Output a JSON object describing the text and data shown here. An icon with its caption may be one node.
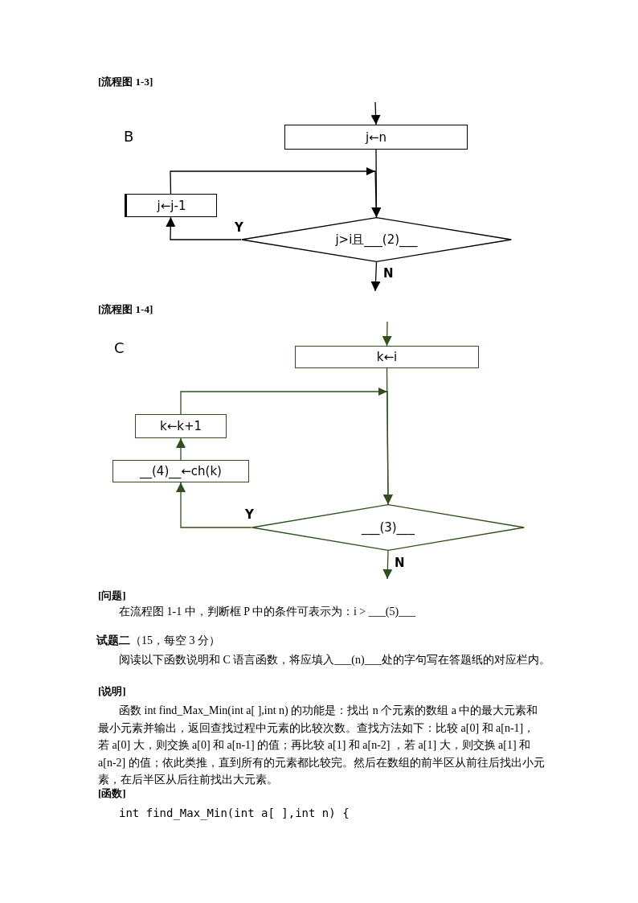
{
  "diagram": {
    "nodes": [
      {
        "text": [
          "j←n"
        ]
      },
      {
        "text": [
          "j←j-1"
        ]
      },
      {
        "text": [
          "j>i且___(2)___"
        ]
      },
      {
        "text": [
          "k←i"
        ]
      },
      {
        "text": [
          "k←k+1"
        ]
      },
      {
        "text": [
          "__(4)__←ch(k)"
        ]
      },
      {
        "text": [
          "___(3)___"
        ]
      }
    ],
    "edges": [
      {
        "from": null,
        "to": 0,
        "arrow": "to"
      },
      {
        "from": 0,
        "to": 2,
        "arrow": "to"
      },
      {
        "from": 1,
        "to": 2,
        "arrow": "to"
      },
      {
        "from": 2,
        "to": 1,
        "arrow": "to",
        "label": "Y"
      },
      {
        "from": 2,
        "to": null,
        "arrow": "to",
        "label": "N"
      },
      {
        "from": null,
        "to": 3,
        "arrow": "to"
      },
      {
        "from": 3,
        "to": 6,
        "arrow": "to"
      },
      {
        "from": 4,
        "to": 6,
        "arrow": "to"
      },
      {
        "from": 6,
        "to": 5,
        "arrow": "to",
        "label": "Y"
      },
      {
        "from": 5,
        "to": 4,
        "arrow": "to"
      },
      {
        "from": 6,
        "to": null,
        "arrow": "to",
        "label": "N"
      }
    ],
    "labels": [
      "[流程图 1-3]",
      "B",
      "[流程图 1-4]",
      "C",
      "[问题]",
      "在流程图 1-1 中，判断框 P 中的条件可表示为：i > ___(5)___",
      "**试题二**（15，每空 3 分）",
      "阅读以下函数说明和 C 语言函数，将应填入___(n)___处的字句写在答题纸的对应栏内。",
      "[说明]",
      "函数 int find_Max_Min(int a[ ],int n) 的功能是：找出 n 个元素的数组 a 中的最大元素和最小元素并输出，返回查找过程中元素的比较次数。查找方法如下：比较 a[0] 和 a[n-1]，若 a[0] 大，则交换 a[0] 和 a[n-1] 的值；再比较 a[1] 和 a[n-2] ，若 a[1] 大，则交换 a[1] 和 a[n-2] 的值；依此类推，直到所有的元素都比较完。然后在数组的前半区从前往后找出小元素，在后半区从后往前找出大元素。",
      "[函数]",
      "int find_Max_Min(int a[ ],int n) {"
    ]
  }
}
